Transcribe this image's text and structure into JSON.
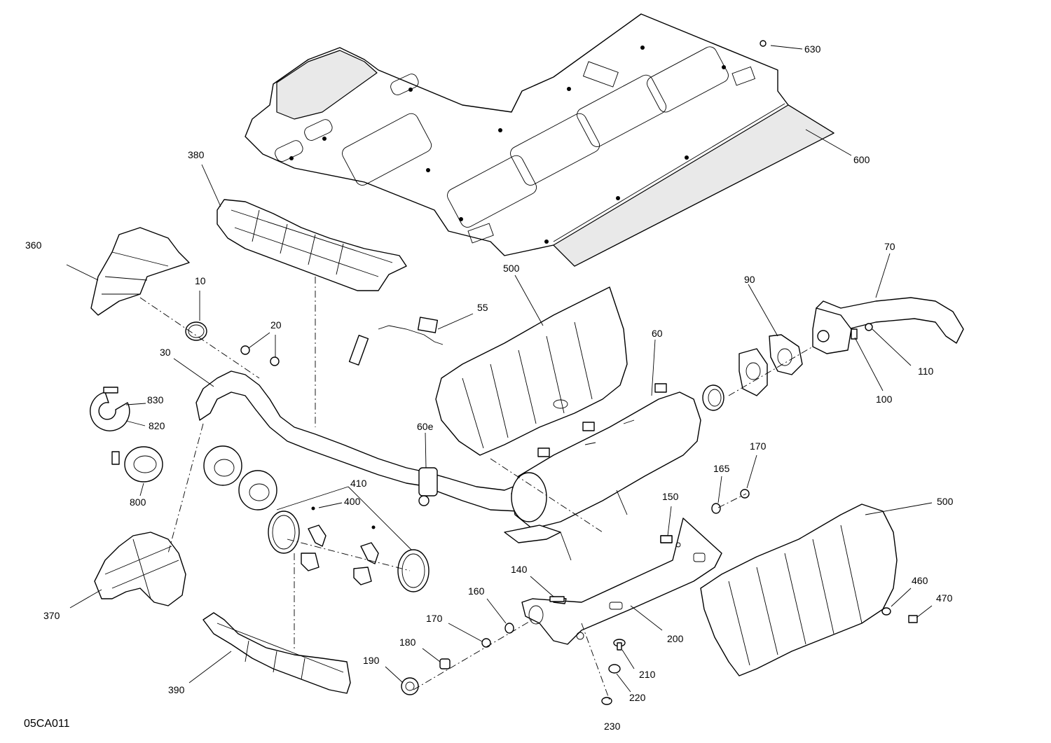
{
  "diagram_code": "05CA011",
  "callouts": {
    "c10": "10",
    "c20": "20",
    "c30": "30",
    "c55": "55",
    "c60": "60",
    "c60e": "60e",
    "c70": "70",
    "c90": "90",
    "c100": "100",
    "c110": "110",
    "c140": "140",
    "c150": "150",
    "c160": "160",
    "c165": "165",
    "c170a": "170",
    "c170b": "170",
    "c180": "180",
    "c190": "190",
    "c200": "200",
    "c210": "210",
    "c220": "220",
    "c230": "230",
    "c360": "360",
    "c370": "370",
    "c380": "380",
    "c390": "390",
    "c400": "400",
    "c410": "410",
    "c460": "460",
    "c470": "470",
    "c500a": "500",
    "c500b": "500",
    "c600": "600",
    "c630": "630",
    "c800": "800",
    "c820": "820",
    "c830": "830"
  }
}
